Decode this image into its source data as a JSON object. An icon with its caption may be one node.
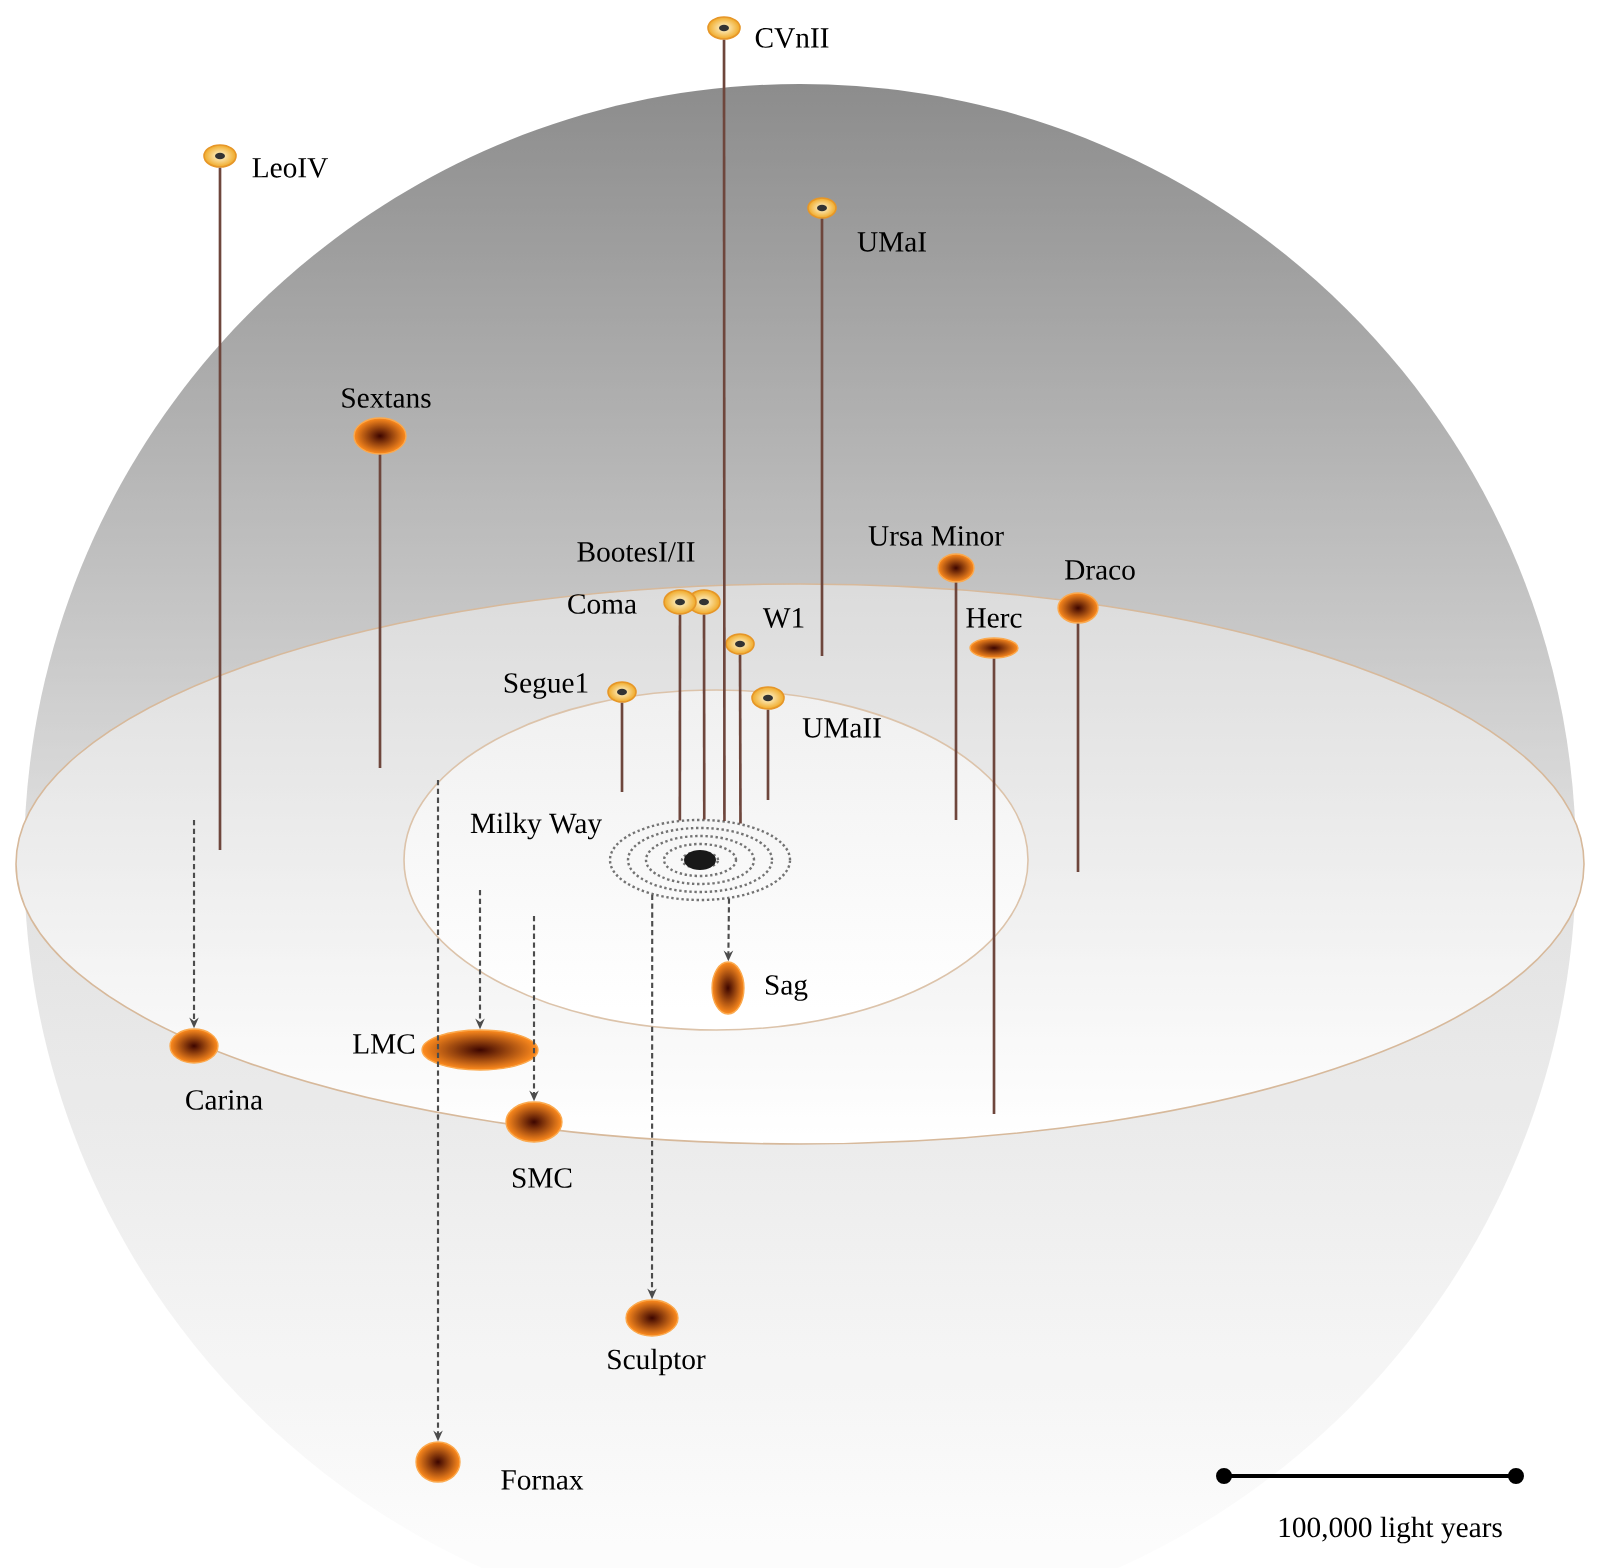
{
  "diagram": {
    "nodes": [
      {
        "text": [
          "CVnII"
        ]
      },
      {
        "text": [
          "LeoIV"
        ]
      },
      {
        "text": [
          "UMaI"
        ]
      },
      {
        "text": [
          "Sextans"
        ]
      },
      {
        "text": [
          "BootesI/II"
        ]
      },
      {
        "text": [
          "Coma"
        ]
      },
      {
        "text": [
          "W1"
        ]
      },
      {
        "text": [
          "Segue1"
        ]
      },
      {
        "text": [
          "UMaII"
        ]
      },
      {
        "text": [
          "Ursa Minor"
        ]
      },
      {
        "text": [
          "Herc"
        ]
      },
      {
        "text": [
          "Draco"
        ]
      },
      {
        "text": [
          "Milky Way"
        ]
      },
      {
        "text": [
          "Sag"
        ]
      },
      {
        "text": [
          "Carina"
        ]
      },
      {
        "text": [
          "LMC"
        ]
      },
      {
        "text": [
          "SMC"
        ]
      },
      {
        "text": [
          "Sculptor"
        ]
      },
      {
        "text": [
          "Fornax"
        ]
      }
    ],
    "edges": [
      {
        "from": 1,
        "to": null,
        "arrow": "none"
      },
      {
        "from": 0,
        "to": 12,
        "arrow": "none"
      },
      {
        "from": 2,
        "to": null,
        "arrow": "none"
      },
      {
        "from": 3,
        "to": null,
        "arrow": "none"
      },
      {
        "from": 5,
        "to": 12,
        "arrow": "none"
      },
      {
        "from": 4,
        "to": 12,
        "arrow": "none"
      },
      {
        "from": 6,
        "to": 12,
        "arrow": "none"
      },
      {
        "from": 7,
        "to": null,
        "arrow": "none"
      },
      {
        "from": 8,
        "to": null,
        "arrow": "none"
      },
      {
        "from": 9,
        "to": null,
        "arrow": "none"
      },
      {
        "from": 11,
        "to": null,
        "arrow": "none"
      },
      {
        "from": 10,
        "to": null,
        "arrow": "none"
      },
      {
        "from": null,
        "to": 14,
        "arrow": "to",
        "style": "dashed"
      },
      {
        "from": null,
        "to": 15,
        "arrow": "to",
        "style": "dashed"
      },
      {
        "from": null,
        "to": 16,
        "arrow": "to",
        "style": "dashed"
      },
      {
        "from": null,
        "to": 18,
        "arrow": "to",
        "style": "dashed"
      },
      {
        "from": 12,
        "to": 17,
        "arrow": "to",
        "style": "dashed"
      },
      {
        "from": 12,
        "to": 13,
        "arrow": "to",
        "style": "dashed"
      }
    ],
    "labels": [
      "100,000 light years"
    ]
  }
}
